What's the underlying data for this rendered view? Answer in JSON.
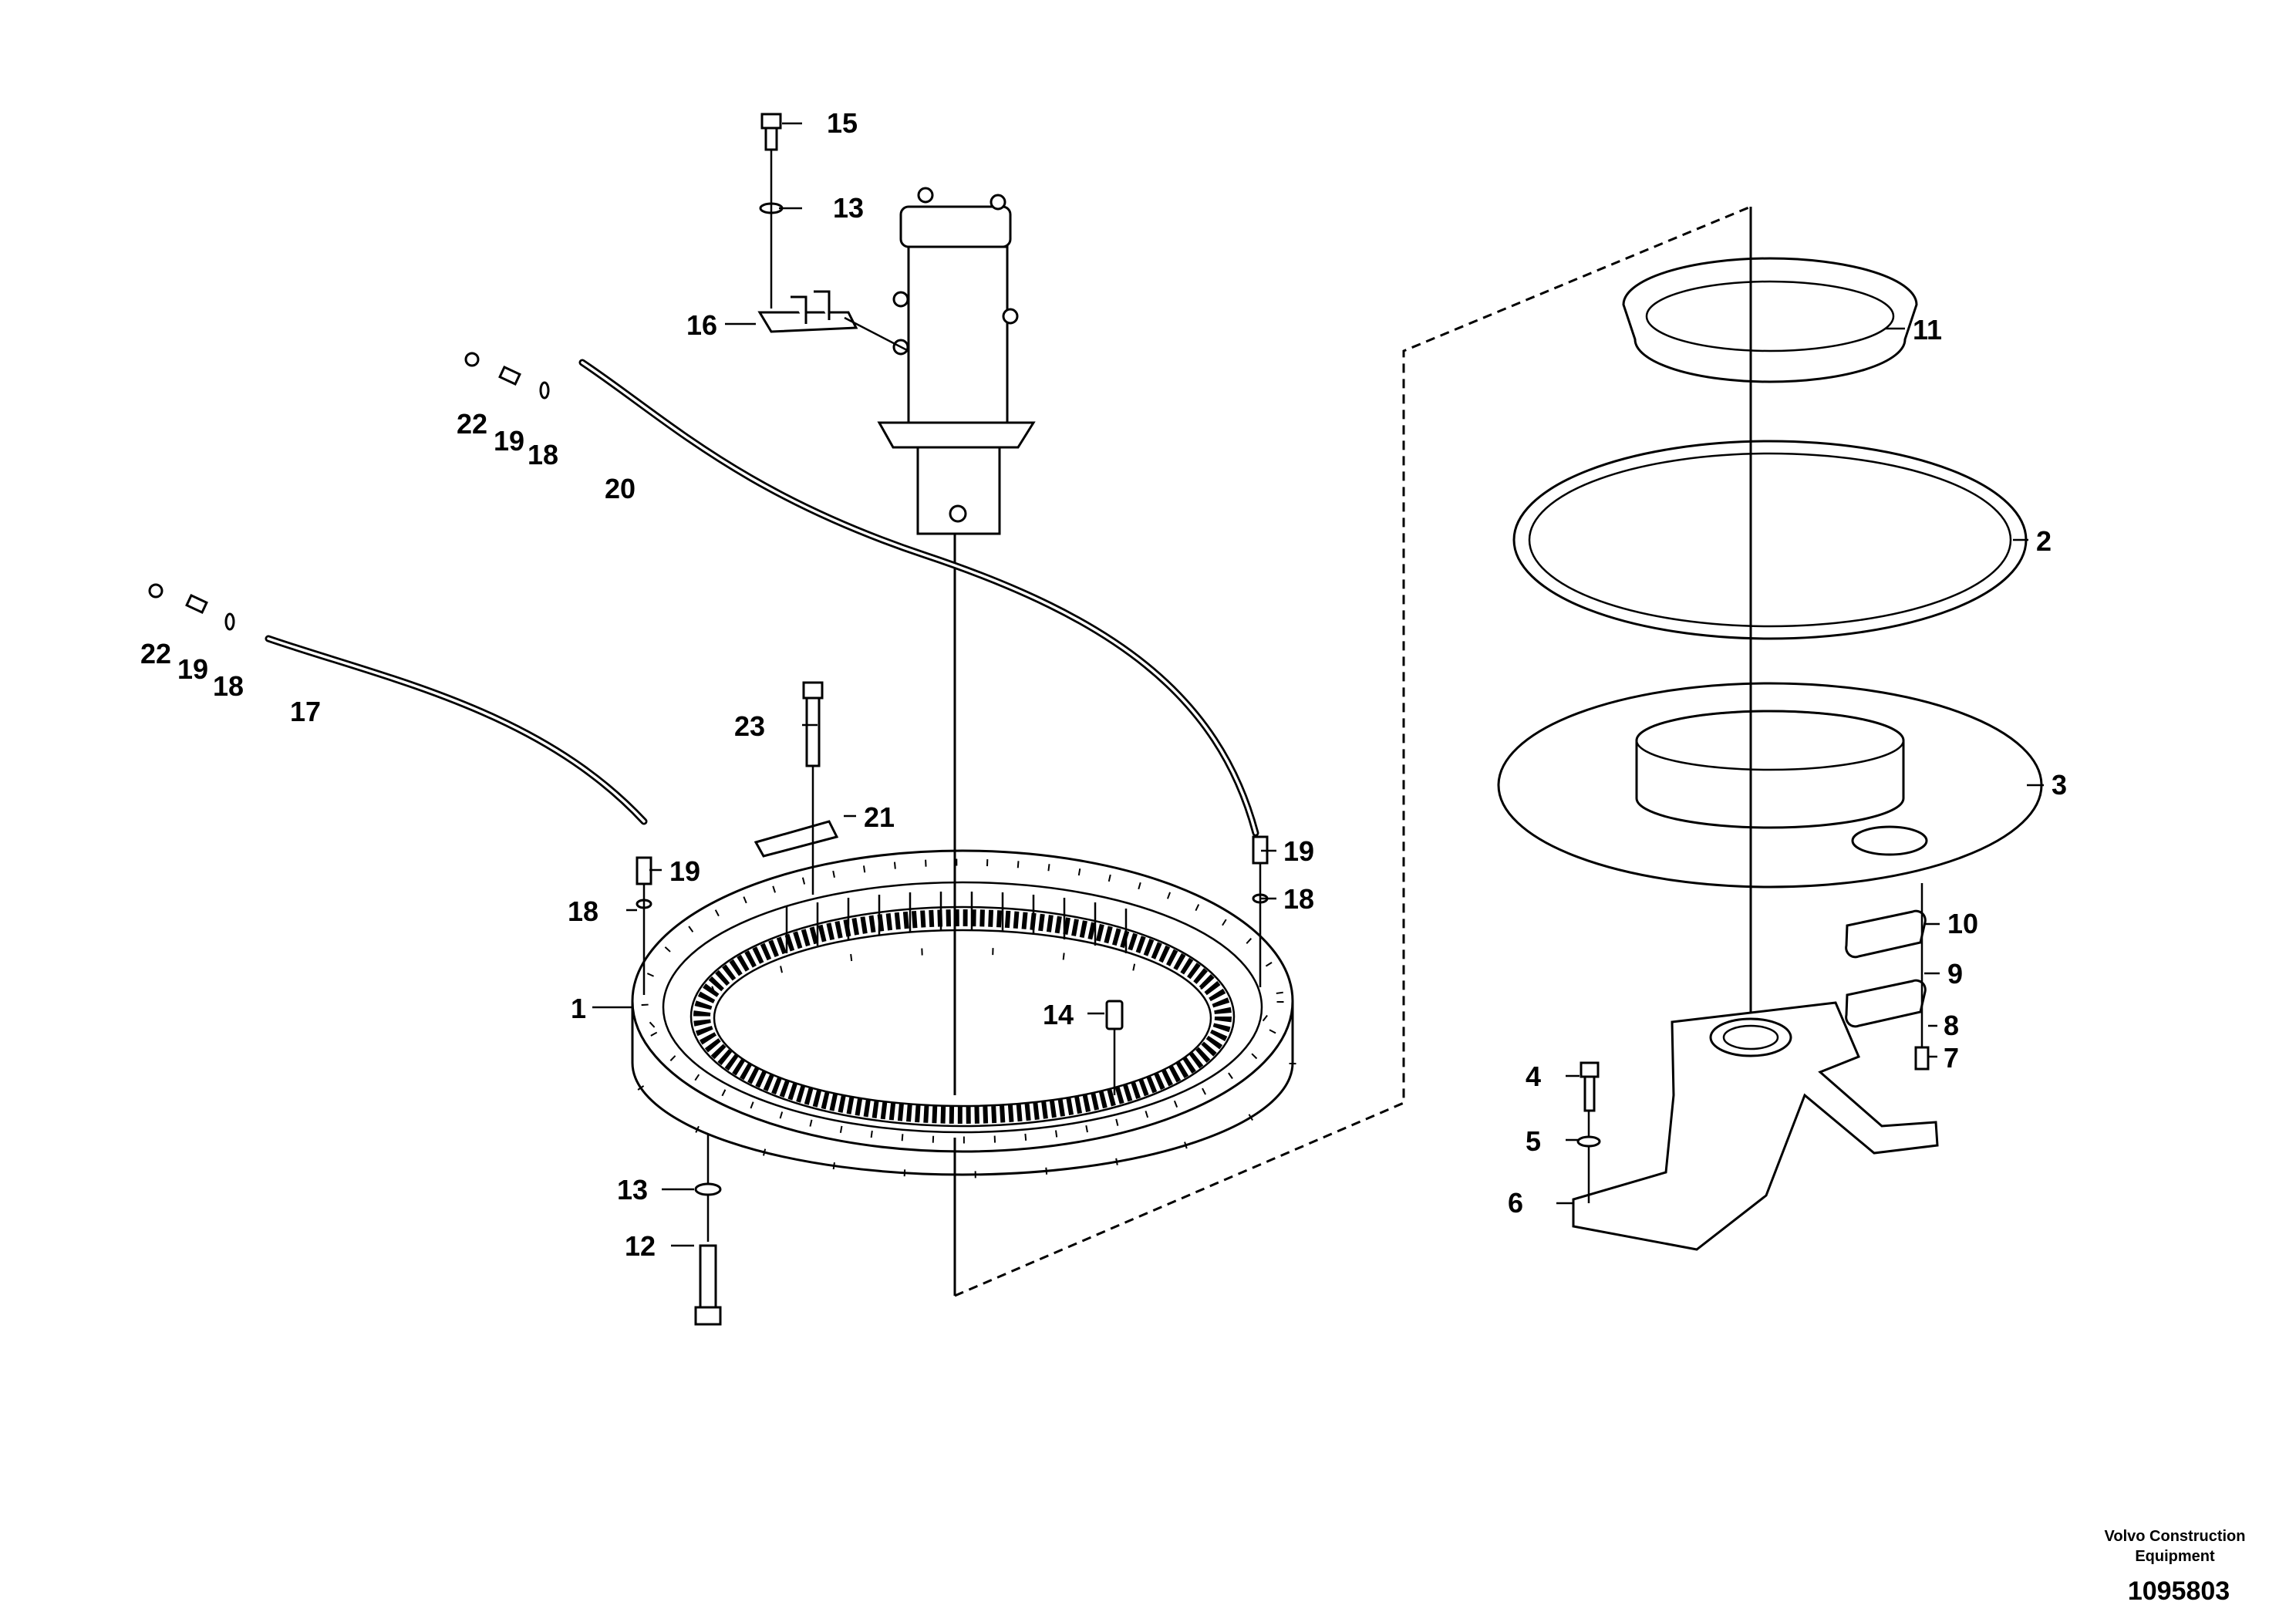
{
  "callouts": {
    "c1": "1",
    "c2": "2",
    "c3": "3",
    "c4": "4",
    "c5": "5",
    "c6": "6",
    "c7": "7",
    "c8": "8",
    "c9": "9",
    "c10": "10",
    "c11": "11",
    "c12": "12",
    "c13a": "13",
    "c13b": "13",
    "c14": "14",
    "c15": "15",
    "c16": "16",
    "c17": "17",
    "c18a": "18",
    "c18b": "18",
    "c18c": "18",
    "c18d": "18",
    "c19a": "19",
    "c19b": "19",
    "c19c": "19",
    "c19d": "19",
    "c20": "20",
    "c21": "21",
    "c22a": "22",
    "c22b": "22",
    "c23": "23"
  },
  "footer": {
    "company_line1": "Volvo Construction",
    "company_line2": "Equipment",
    "drawing_number": "1095803"
  }
}
